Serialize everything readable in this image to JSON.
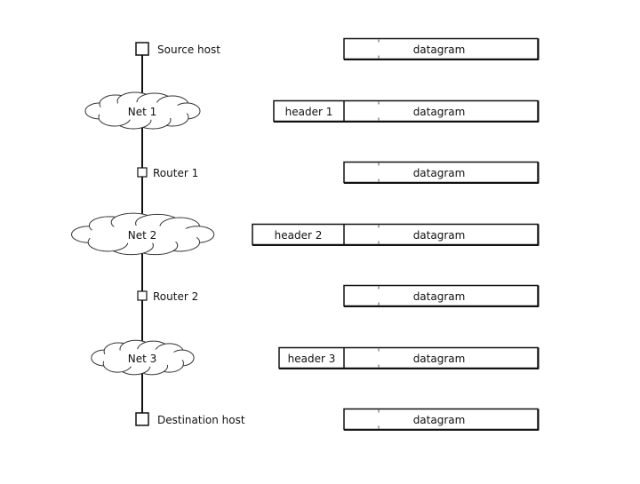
{
  "diagram": {
    "nodes": [
      {
        "kind": "host",
        "label": "Source host"
      },
      {
        "kind": "net",
        "label": "Net 1"
      },
      {
        "kind": "router",
        "label": "Router 1"
      },
      {
        "kind": "net",
        "label": "Net 2"
      },
      {
        "kind": "router",
        "label": "Router 2"
      },
      {
        "kind": "net",
        "label": "Net 3"
      },
      {
        "kind": "host",
        "label": "Destination host"
      }
    ],
    "packets": [
      {
        "header": "",
        "payload": "datagram"
      },
      {
        "header": "header 1",
        "payload": "datagram"
      },
      {
        "header": "",
        "payload": "datagram"
      },
      {
        "header": "header 2",
        "payload": "datagram"
      },
      {
        "header": "",
        "payload": "datagram"
      },
      {
        "header": "header 3",
        "payload": "datagram"
      },
      {
        "header": "",
        "payload": "datagram"
      }
    ]
  }
}
